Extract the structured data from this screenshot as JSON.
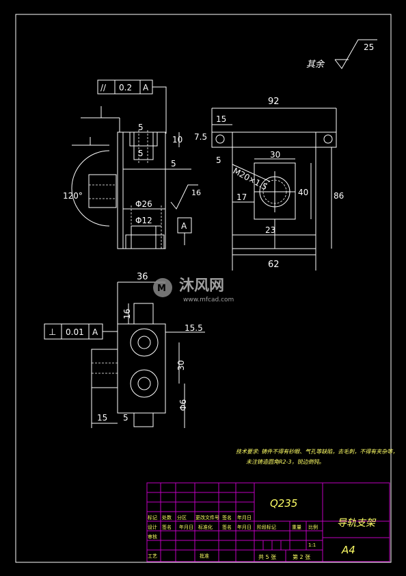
{
  "roughness": {
    "label": "其余",
    "value": "25"
  },
  "tolerance_frame_1": {
    "symbol": "//",
    "value": "0.2",
    "datum": "A"
  },
  "tolerance_frame_2": {
    "symbol": "⊥",
    "value": "0.01",
    "datum": "A"
  },
  "side_view": {
    "dim_5a": "5",
    "dim_5b": "5",
    "dim_10": "10",
    "dim_5c": "5",
    "angle": "120°",
    "dia_26": "Φ26",
    "dia_12": "Φ12",
    "datum": "A",
    "rough": "16"
  },
  "front_view": {
    "dim_92": "92",
    "dim_15": "15",
    "dim_7_5": "7.5",
    "dim_5": "5",
    "dim_30": "30",
    "thread": "M20×1.5",
    "dim_17": "17",
    "dim_40": "40",
    "dim_86": "86",
    "dim_23": "23",
    "dim_62": "62"
  },
  "top_view": {
    "dim_36": "36",
    "dim_16": "16",
    "dim_15_5": "15.5",
    "dim_30": "30",
    "dia_6": "Φ6",
    "dim_15": "15",
    "dim_5": "5"
  },
  "watermark": {
    "brand": "沐风网",
    "url": "www.mfcad.com"
  },
  "notes": {
    "line1": "技术要求: 铸件不得有砂眼、气孔等缺陷，去毛刺，不得有夹杂等，",
    "line2": "未注铸造圆角R2-3，锐边倒钝。"
  },
  "title_block": {
    "material": "Q235",
    "part_name": "导轨支架",
    "paper": "A4",
    "row_labels": [
      "标记",
      "处数",
      "分区",
      "更改文件号",
      "签名",
      "年月日"
    ],
    "row2_labels": [
      "设计",
      "签名",
      "年月日",
      "标准化",
      "签名",
      "年月日"
    ],
    "stage_label": "阶段标记",
    "weight_label": "重量",
    "scale_label": "比例",
    "scale_value": "1:1",
    "left_labels": [
      "审核",
      "工艺"
    ],
    "approve_label": "批准",
    "sheets_total": "共 5 张",
    "sheet_no": "第 2 张"
  }
}
